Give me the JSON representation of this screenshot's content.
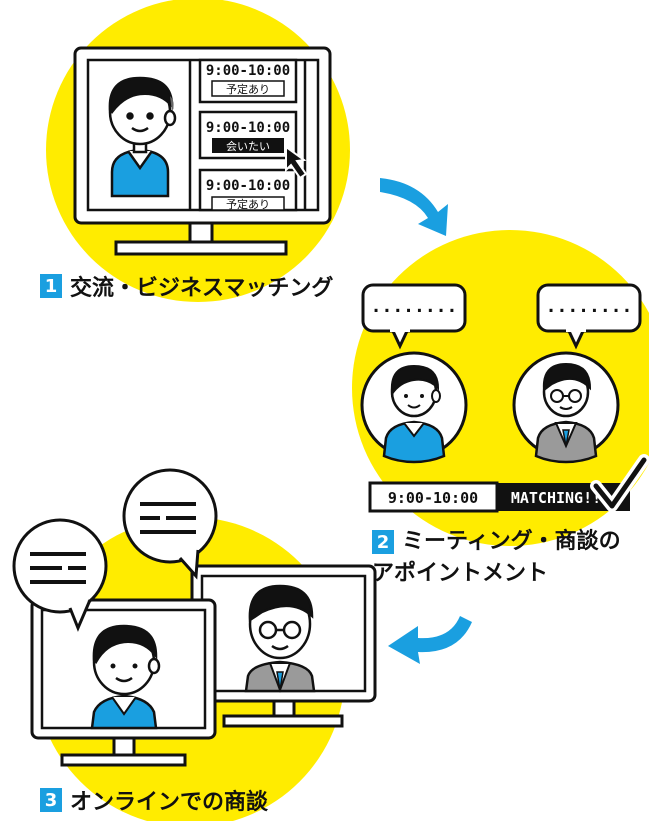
{
  "steps": [
    {
      "number": "1",
      "label": "交流・ビジネスマッチング"
    },
    {
      "number": "2",
      "label_line1": "ミーティング・商談の",
      "label_line2": "アポイントメント"
    },
    {
      "number": "3",
      "label": "オンラインでの商談"
    }
  ],
  "schedule_slots": [
    {
      "time": "9:00-10:00",
      "status": "予定あり"
    },
    {
      "time": "9:00-10:00",
      "status": "会いたい"
    },
    {
      "time": "9:00-10:00",
      "status": "予定あり"
    }
  ],
  "matching_bar": {
    "time": "9:00-10:00",
    "status": "MATCHING!!"
  },
  "speech_dots": "........",
  "colors": {
    "accent_yellow": "#ffec00",
    "accent_blue": "#1a9fe0",
    "line": "#111111"
  }
}
